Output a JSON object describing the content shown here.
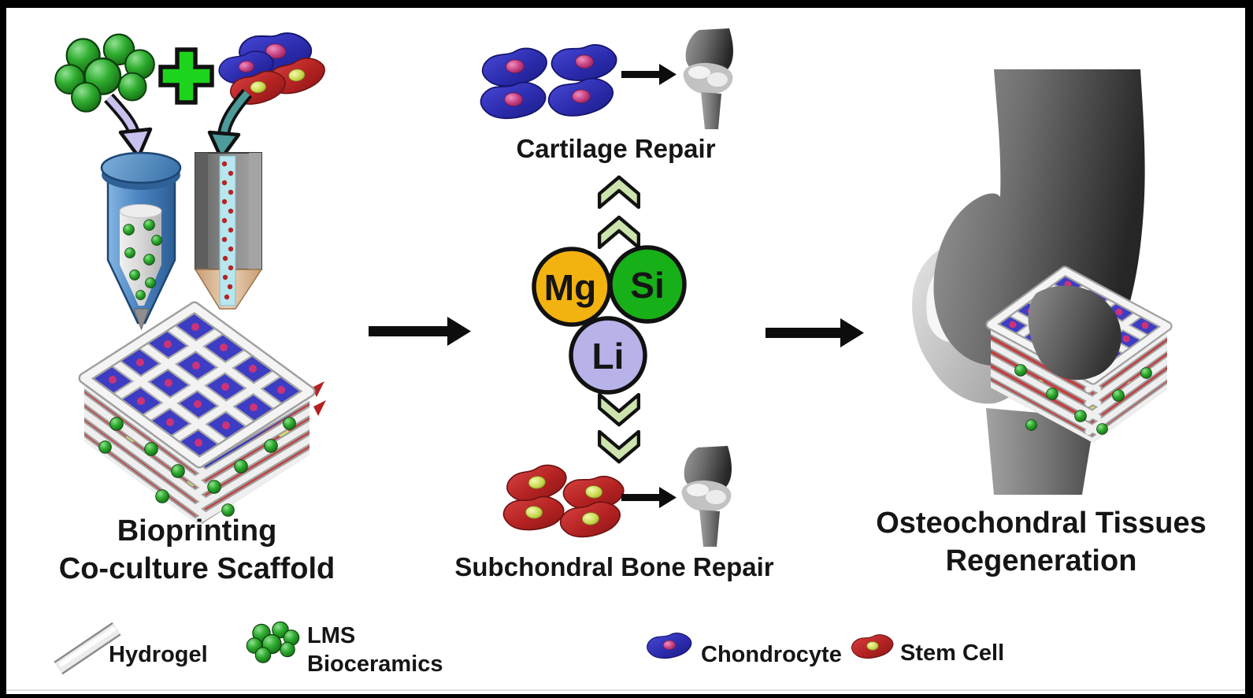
{
  "panels": {
    "left": {
      "caption_line1": "Bioprinting",
      "caption_line2": "Co-culture Scaffold"
    },
    "middle": {
      "top_label": "Cartilage Repair",
      "bottom_label": "Subchondral Bone Repair",
      "ions": [
        {
          "symbol": "Mg",
          "color": "#F2B210"
        },
        {
          "symbol": "Si",
          "color": "#18B018"
        },
        {
          "symbol": "Li",
          "color": "#B7B3E9"
        }
      ]
    },
    "right": {
      "caption_line1": "Osteochondral Tissues",
      "caption_line2": "Regeneration"
    }
  },
  "legend": {
    "hydrogel_label": "Hydrogel",
    "lms_label_line1": "LMS",
    "lms_label_line2": "Bioceramics",
    "chondrocyte_label": "Chondrocyte",
    "stem_cell_label": "Stem Cell"
  },
  "colors": {
    "mg_circle": "#F2B210",
    "si_circle": "#18B018",
    "li_circle": "#B7B3E9",
    "chevron_green": "#CDE3AD",
    "plus_sign": "#1DD41D",
    "bioceramic_green": "#2FAE2F",
    "chondrocyte_blue": "#3535C0",
    "chondrocyte_nucleus": "#C23C7E",
    "stem_cell_red": "#B42222",
    "stem_cell_nucleus": "#CBDB52",
    "hydrogel_tube": "#ECECEC",
    "lavender_arrow": "#C7C2EE",
    "teal_arrow": "#4E9B9B",
    "arrow_black": "#0D0D0D",
    "frame_black": "#000000"
  }
}
